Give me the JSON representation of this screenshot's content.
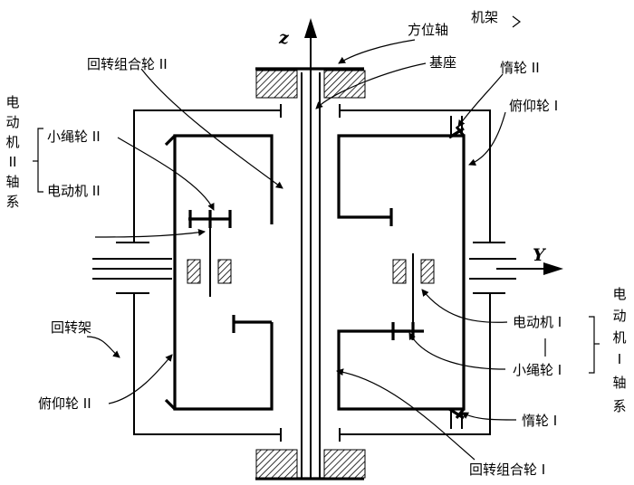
{
  "axes": {
    "z": "z",
    "y": "Y"
  },
  "labels": {
    "rotary_compound_wheel_ii": "回转组合轮 II",
    "azimuth_shaft": "方位轴",
    "machine_frame": "机架",
    "base": "基座",
    "idler_wheel_ii": "惰轮 II",
    "pitch_wheel_i": "俯仰轮 I",
    "small_rope_wheel_ii": "小绳轮 II",
    "motor_ii": "电动机 II",
    "rotary_frame": "回转架",
    "pitch_wheel_ii": "俯仰轮 II",
    "motor_i": "电动机 I",
    "small_rope_wheel_i": "小绳轮 I",
    "idler_wheel_i": "惰轮 I",
    "rotary_compound_wheel_i": "回转组合轮 I",
    "motor_ii_shaft_system": [
      "电",
      "动",
      "机",
      "II",
      "轴",
      "系"
    ],
    "motor_i_shaft_system": [
      "电",
      "动",
      "机",
      "I",
      "轴",
      "系"
    ]
  }
}
